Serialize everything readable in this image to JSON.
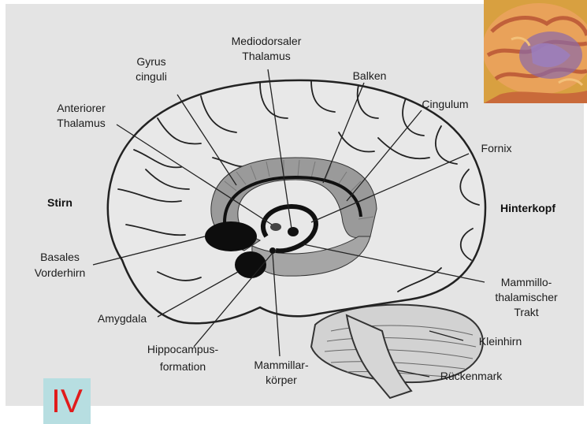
{
  "top_fragment": "",
  "labels": {
    "mediodorsaler_1": "Mediodorsaler",
    "mediodorsaler_2": "Thalamus",
    "gyrus_1": "Gyrus",
    "gyrus_2": "cinguli",
    "balken": "Balken",
    "anterior_1": "Anteriorer",
    "anterior_2": "Thalamus",
    "cingulum": "Cingulum",
    "fornix": "Fornix",
    "stirn": "Stirn",
    "hinterkopf": "Hinterkopf",
    "basales_1": "Basales",
    "basales_2": "Vorderhirn",
    "mammillo_1": "Mammillo-",
    "mammillo_2": "thalamischer",
    "mammillo_3": "Trakt",
    "amygdala": "Amygdala",
    "kleinhirn": "Kleinhirn",
    "hippo_1": "Hippocampus-",
    "hippo_2": "formation",
    "mammillar_1": "Mammillar-",
    "mammillar_2": "körper",
    "rueckenmark": "Rückenmark"
  },
  "badge": "IV",
  "colors": {
    "background": "#e4e4e4",
    "brain_fill": "#e7e7e7",
    "limbic_band": "#9a9a9a",
    "badge_bg": "#b7dee1",
    "badge_text": "#e11b1b"
  }
}
